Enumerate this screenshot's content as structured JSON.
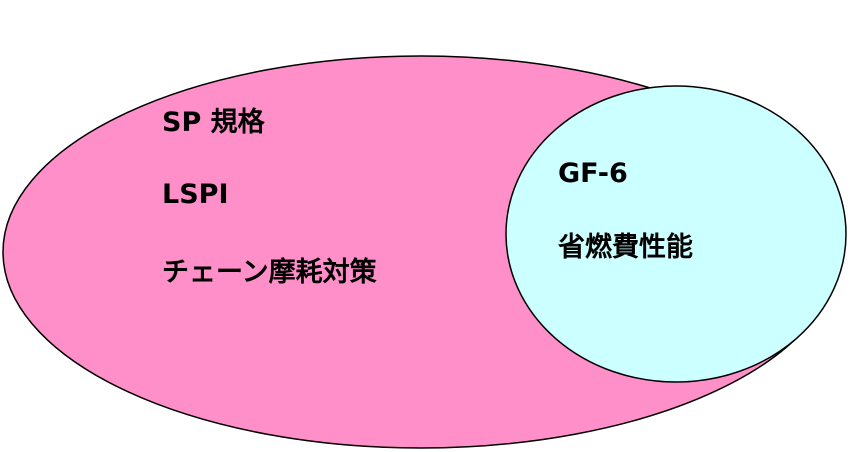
{
  "outer_set": {
    "fill": "#ff8fc8",
    "stroke": "#000000",
    "items": [
      "SP 規格",
      "LSPI",
      "チェーン摩耗対策"
    ]
  },
  "inner_set": {
    "fill": "#ccffff",
    "stroke": "#000000",
    "items": [
      "GF-6",
      "省燃費性能"
    ]
  }
}
